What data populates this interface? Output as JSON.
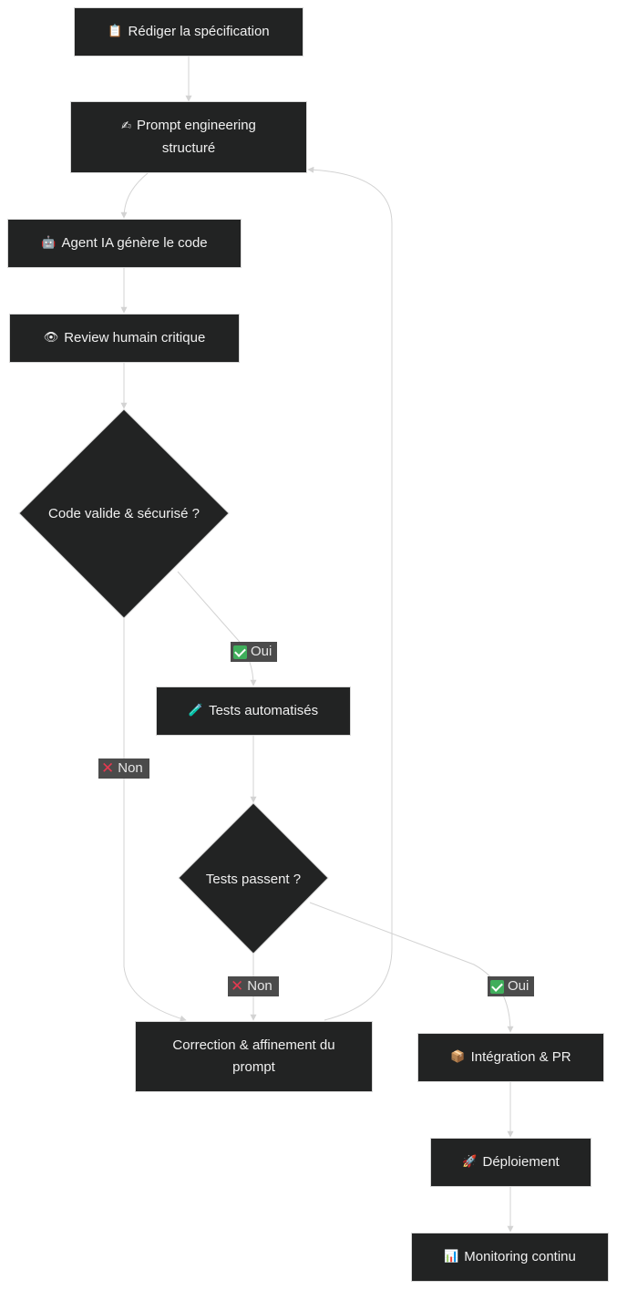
{
  "nodes": {
    "spec": {
      "icon": "📋",
      "label": "Rédiger la spécification"
    },
    "prompt": {
      "icon": "✍",
      "label": "Prompt engineering structuré",
      "line1": "Prompt engineering",
      "line2": "structuré"
    },
    "agent": {
      "icon": "🤖",
      "label": "Agent IA génère le code"
    },
    "review": {
      "icon": "👁",
      "label": "Review humain critique"
    },
    "decision1": {
      "label": "Code valide & sécurisé ?"
    },
    "tests": {
      "icon": "🧪",
      "label": "Tests automatisés"
    },
    "decision2": {
      "label": "Tests passent ?"
    },
    "correction": {
      "label": "Correction & affinement du prompt",
      "line1": "Correction & affinement du",
      "line2": "prompt"
    },
    "integration": {
      "icon": "📦",
      "label": "Intégration & PR"
    },
    "deploy": {
      "icon": "🚀",
      "label": "Déploiement"
    },
    "monitoring": {
      "icon": "📊",
      "label": "Monitoring continu"
    }
  },
  "edge_labels": {
    "d1_yes": "Oui",
    "d1_no": "Non",
    "d2_no": "Non",
    "d2_yes": "Oui"
  },
  "colors": {
    "node_fill": "#222323",
    "node_border": "#d8d8d8",
    "edge": "#d3d3d3",
    "label_bg": "#4b4b4b",
    "yes_icon": "#3fae5b",
    "no_icon": "#e53950"
  }
}
